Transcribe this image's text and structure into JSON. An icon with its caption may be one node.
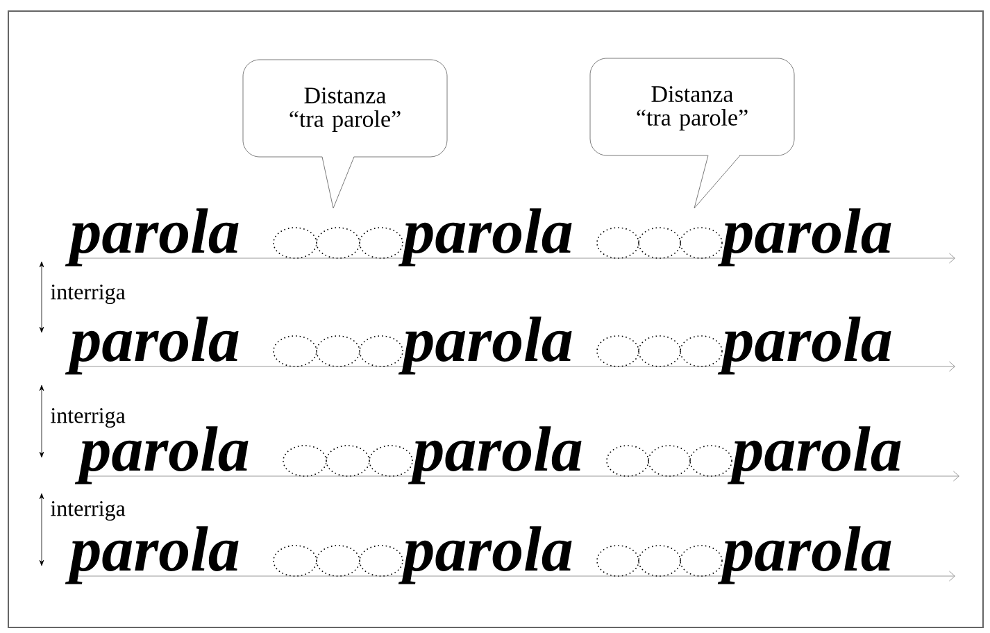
{
  "diagram": {
    "nodes": [
      {
        "text": [
          "Distanza “tra parole”"
        ]
      },
      {
        "text": [
          "Distanza “tra parole”"
        ]
      }
    ],
    "edges": [],
    "labels": [
      "parola",
      "parola",
      "parola",
      "interriga",
      "parola",
      "parola",
      "parola",
      "interriga",
      "parola",
      "parola",
      "parola",
      "interriga",
      "parola",
      "parola",
      "parola"
    ]
  }
}
